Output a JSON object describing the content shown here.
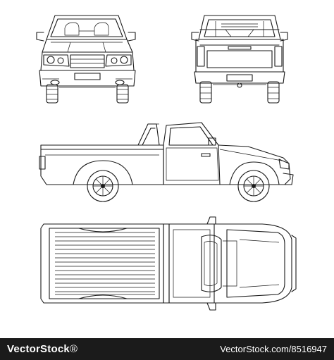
{
  "footer": {
    "brand_bold": "VectorStock",
    "brand_mark": "®",
    "image_id": "VectorStock.com/8516947"
  },
  "views": [
    {
      "name": "front-view"
    },
    {
      "name": "rear-view"
    },
    {
      "name": "side-view"
    },
    {
      "name": "top-view"
    }
  ],
  "colors": {
    "line": "#1a1a1a",
    "background": "#ffffff",
    "footer_bg": "#1b1b1b",
    "footer_text": "#ffffff"
  }
}
